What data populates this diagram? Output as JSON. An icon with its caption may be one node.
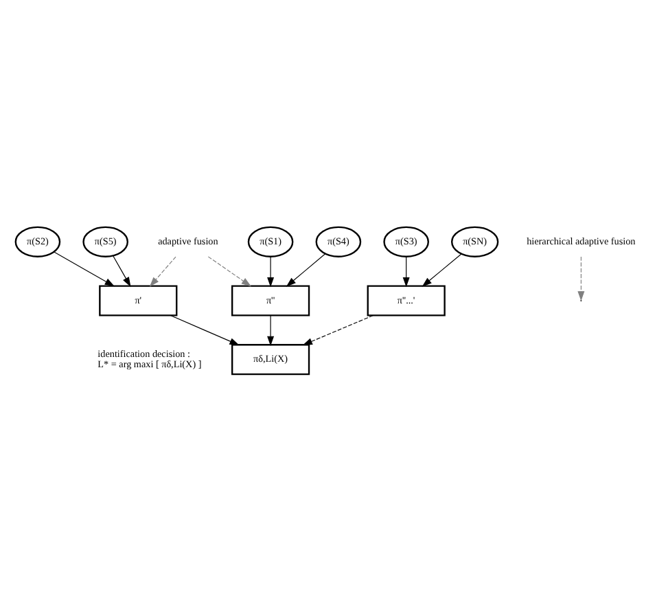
{
  "diagram": {
    "nodes": [
      {
        "text": [
          "π(S2)"
        ]
      },
      {
        "text": [
          "π(S5)"
        ]
      },
      {
        "text": [
          "π'"
        ]
      },
      {
        "text": [
          "π(S1)"
        ]
      },
      {
        "text": [
          "π(S4)"
        ]
      },
      {
        "text": [
          "π''"
        ]
      },
      {
        "text": [
          "π(S3)"
        ]
      },
      {
        "text": [
          "π(SN)"
        ]
      },
      {
        "text": [
          "π''...'"
        ]
      },
      {
        "text": [
          "adaptive fusion"
        ]
      },
      {
        "text": [
          "hierarchical adaptive fusion"
        ]
      },
      {
        "text": [
          "πδ,Li(X)"
        ]
      }
    ],
    "edges": [
      {
        "from": 0,
        "to": 2,
        "arrow": "to"
      },
      {
        "from": 1,
        "to": 2,
        "arrow": "to"
      },
      {
        "from": 3,
        "to": 5,
        "arrow": "to"
      },
      {
        "from": 4,
        "to": 5,
        "arrow": "to"
      },
      {
        "from": 6,
        "to": 8,
        "arrow": "to"
      },
      {
        "from": 7,
        "to": 8,
        "arrow": "to"
      },
      {
        "from": 9,
        "to": 2,
        "arrow": "to",
        "style": "dashed",
        "color": "#808080"
      },
      {
        "from": 9,
        "to": 5,
        "arrow": "to",
        "style": "dashed",
        "color": "#808080"
      },
      {
        "from": 2,
        "to": 11,
        "arrow": "to"
      },
      {
        "from": 5,
        "to": 11,
        "arrow": "to"
      },
      {
        "from": 8,
        "to": 11,
        "arrow": "to",
        "style": "dashed"
      },
      {
        "from": 10,
        "to": null,
        "arrow": "to",
        "style": "dashed",
        "color": "#808080"
      }
    ],
    "labels": [
      "identification decision :",
      "L* = arg maxi [ πδ,Li(X) ]"
    ]
  }
}
